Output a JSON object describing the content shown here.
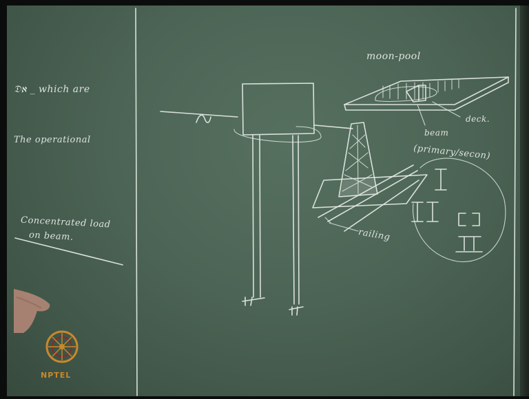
{
  "left_panel": {
    "line1": "𝔇ℵ _ which are",
    "line2": "The operational",
    "line3": "Concentrated load",
    "line4": "on beam."
  },
  "annotations": {
    "moonpool": "moon-pool",
    "deck": "deck.",
    "beam": "beam",
    "primary_secondary": "(primary/secon)",
    "railing": "railing"
  },
  "logo": {
    "text": "NPTEL"
  }
}
